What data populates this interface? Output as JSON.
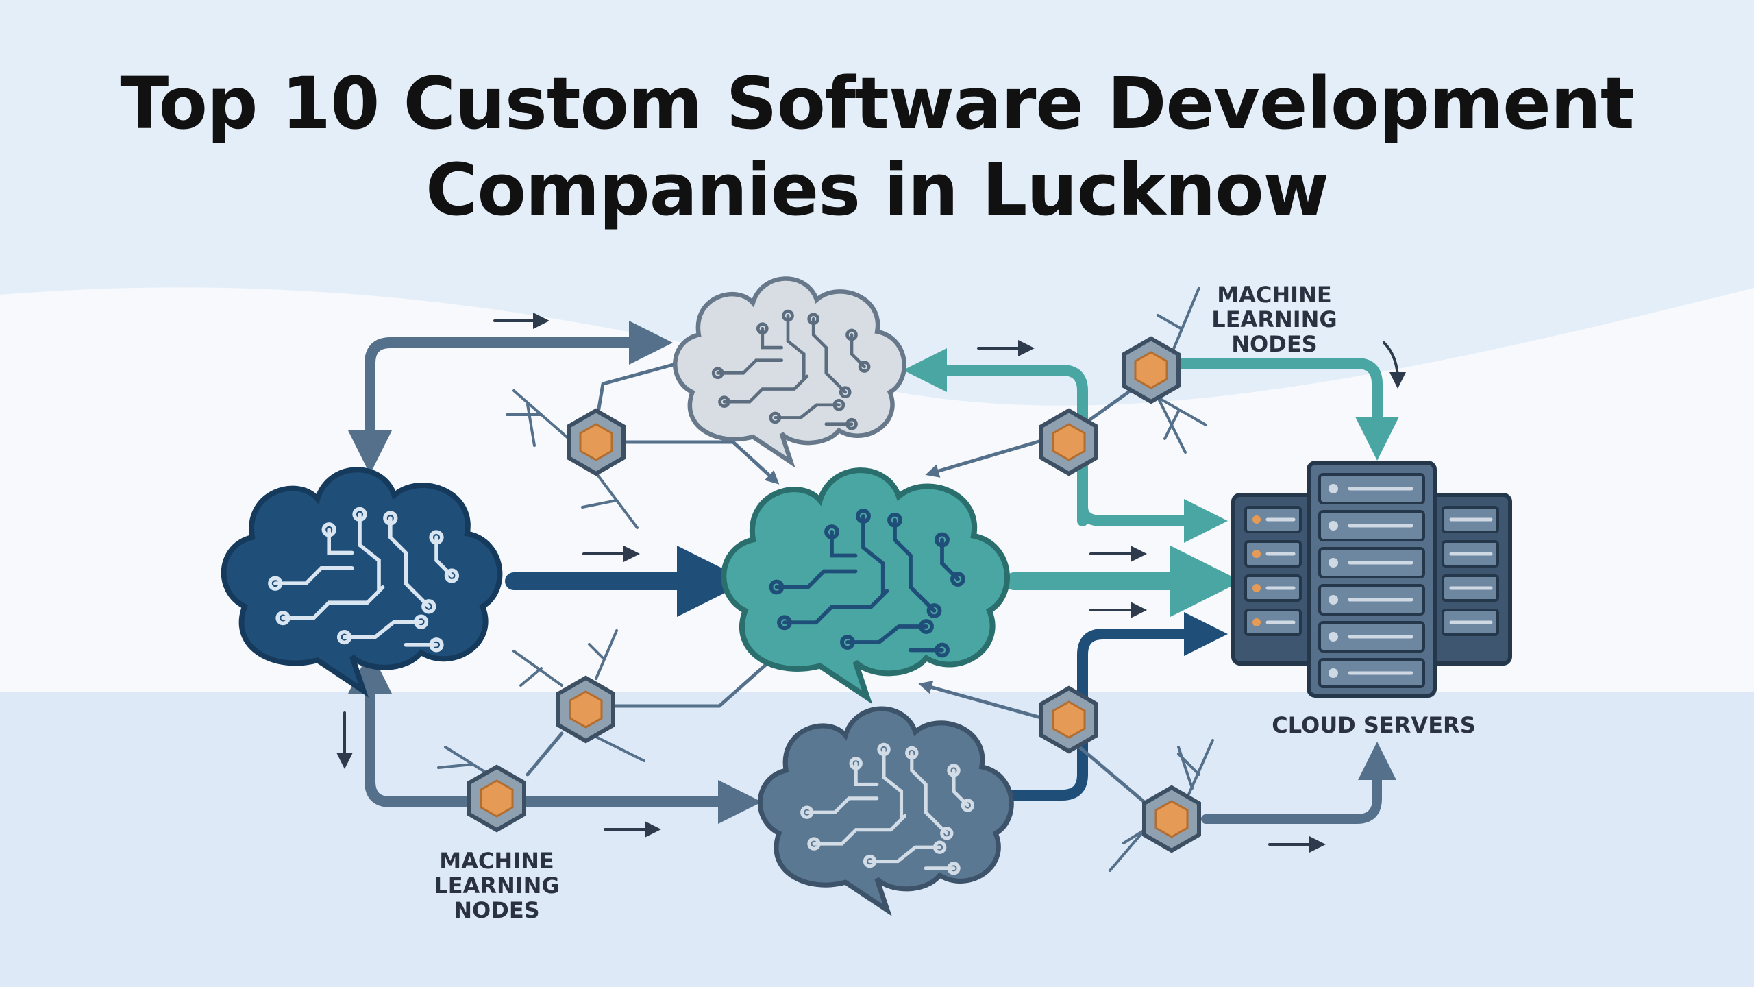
{
  "title": {
    "line1": "Top 10 Custom Software Development",
    "line2": "Companies in Lucknow"
  },
  "labels": {
    "ml_nodes_top": [
      "MACHINE",
      "LEARNING",
      "NODES"
    ],
    "ml_nodes_bottom": [
      "MACHINE",
      "LEARNING",
      "NODES"
    ],
    "cloud_servers": "CLOUD SERVERS"
  },
  "colors": {
    "background_light": "#e4eef8",
    "background_band": "#f7f9fc",
    "navy": "#1f4e79",
    "teal": "#4aa6a3",
    "slate": "#5b7893",
    "pale_gray": "#d7dde2",
    "node_orange": "#e59a55",
    "server": "#3e5670"
  },
  "icons": [
    "brain-icon",
    "hexagon-node-icon",
    "server-rack-icon",
    "arrow-icon"
  ]
}
